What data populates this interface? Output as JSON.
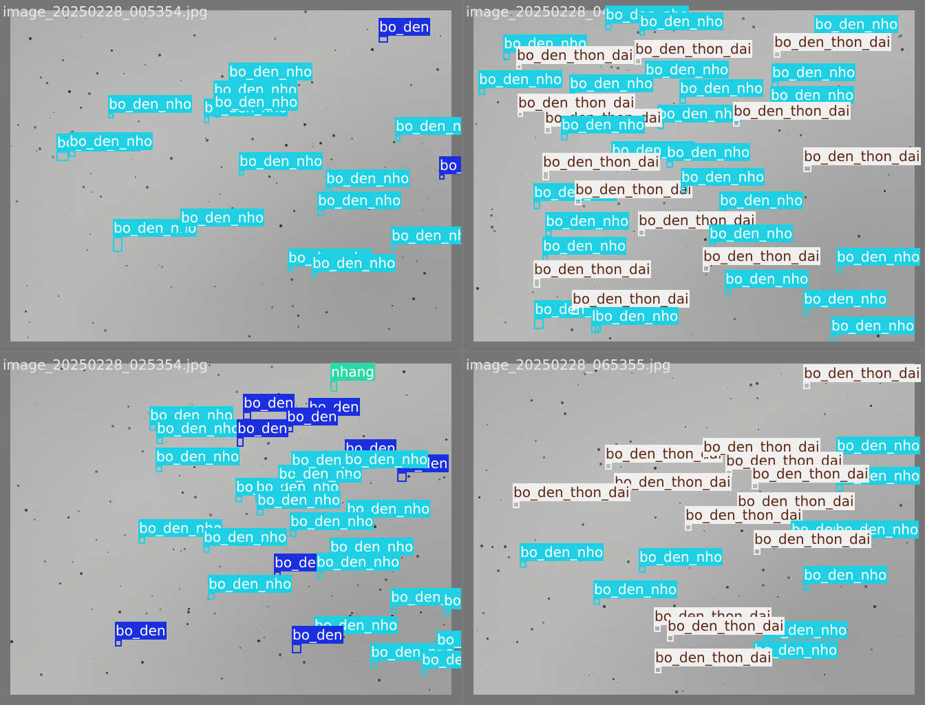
{
  "class_colors": {
    "bo_den_nho": "#1fd0e4",
    "bo_den": "#1b2ee0",
    "bo_den_thon_dai": "#f2f0ef",
    "nhang": "#2dd8a8"
  },
  "panels": [
    {
      "filename": "image_20250228_005354.jpg",
      "detections": [
        {
          "label": "bo_den"
        },
        {
          "label": "bo_den_nho"
        },
        {
          "label": "bo_den_nho"
        },
        {
          "label": "bo_den_nho"
        },
        {
          "label": "bo_den_nho"
        },
        {
          "label": "bo_den_nho"
        },
        {
          "label": "bo_den_nho"
        },
        {
          "label": "bo_den_nho"
        },
        {
          "label": "bo_den_nho"
        },
        {
          "label": "bo_den_nho"
        },
        {
          "label": "bo_den_nho"
        },
        {
          "label": "bo_den_nho"
        },
        {
          "label": "bo_den"
        },
        {
          "label": "bo_den_nho"
        },
        {
          "label": "bo_den_nho"
        },
        {
          "label": "bo_den_nho"
        },
        {
          "label": "bo_den_nho"
        },
        {
          "label": "bo_den_nho"
        }
      ]
    },
    {
      "filename": "image_20250228_045355.jpg",
      "detections": [
        {
          "label": "bo_den_nho"
        },
        {
          "label": "bo_den_nho"
        },
        {
          "label": "bo_den_nho"
        },
        {
          "label": "bo_den_nho"
        },
        {
          "label": "bo_den_thon_dai"
        },
        {
          "label": "bo_den_thon_dai"
        },
        {
          "label": "bo_den_thon_dai"
        },
        {
          "label": "bo_den_nho"
        },
        {
          "label": "bo_den_nho"
        },
        {
          "label": "bo_den_nho"
        },
        {
          "label": "bo_den_nho"
        },
        {
          "label": "bo_den_nho"
        },
        {
          "label": "bo_den_nho"
        },
        {
          "label": "bo_den_thon_dai"
        },
        {
          "label": "bo_den_nho"
        },
        {
          "label": "bo_den_thon_dai"
        },
        {
          "label": "bo_den_thon_dai"
        },
        {
          "label": "bo_den_nho"
        },
        {
          "label": "bo_den_nho"
        },
        {
          "label": "bo_den_nho"
        },
        {
          "label": "bo_den_thon_dai"
        },
        {
          "label": "bo_den_thon_dai"
        },
        {
          "label": "bo_den_nho"
        },
        {
          "label": "bo_den_thon_dai"
        },
        {
          "label": "bo_den_nho"
        },
        {
          "label": "bo_den_nho"
        },
        {
          "label": "bo_den_thon_dai"
        },
        {
          "label": "bo_den_nho"
        },
        {
          "label": "bo_den_nho"
        },
        {
          "label": "bo_den_nho"
        },
        {
          "label": "bo_den_thon_dai"
        },
        {
          "label": "bo_den_nho"
        },
        {
          "label": "bo_den_thon_dai"
        },
        {
          "label": "bo_den_nho"
        },
        {
          "label": "bo_den_nho"
        },
        {
          "label": "bo_den_thon_dai"
        },
        {
          "label": "bo_den_nho"
        },
        {
          "label": "bo_den_nho"
        },
        {
          "label": "bo_den_nho"
        },
        {
          "label": "bo_den_nho"
        }
      ]
    },
    {
      "filename": "image_20250228_025354.jpg",
      "detections": [
        {
          "label": "nhang"
        },
        {
          "label": "bo_den"
        },
        {
          "label": "bo_den"
        },
        {
          "label": "bo_den_nho"
        },
        {
          "label": "bo_den"
        },
        {
          "label": "bo_den_nho"
        },
        {
          "label": "bo_den"
        },
        {
          "label": "bo_den_nho"
        },
        {
          "label": "bo_den"
        },
        {
          "label": "bo_den"
        },
        {
          "label": "bo_den_nho"
        },
        {
          "label": "bo_den_nho"
        },
        {
          "label": "bo_den_nho"
        },
        {
          "label": "bo_den_nho"
        },
        {
          "label": "bo_den_nho"
        },
        {
          "label": "bo_den_nho"
        },
        {
          "label": "bo_den_nho"
        },
        {
          "label": "bo_den_nho"
        },
        {
          "label": "bo_den_nho"
        },
        {
          "label": "bo_den_nho"
        },
        {
          "label": "bo_de"
        },
        {
          "label": "bo_den_nho"
        },
        {
          "label": "bo_den_nho"
        },
        {
          "label": "bo_den_nho"
        },
        {
          "label": "bo_den_nho"
        },
        {
          "label": "bo_den"
        },
        {
          "label": "bo_den"
        },
        {
          "label": "bo_den_nho"
        },
        {
          "label": "bo_den_nho"
        },
        {
          "label": "bo_den_nho"
        },
        {
          "label": "bo_den_nho"
        },
        {
          "label": "bo_den_nho"
        }
      ]
    },
    {
      "filename": "image_20250228_065355.jpg",
      "detections": [
        {
          "label": "bo_den_thon_dai"
        },
        {
          "label": "bo_den_thon_dai"
        },
        {
          "label": "bo_den_nho"
        },
        {
          "label": "bo_den_thon_dai"
        },
        {
          "label": "bo_den_thon_dai"
        },
        {
          "label": "bo_den_thon_dai"
        },
        {
          "label": "bo_den_nho"
        },
        {
          "label": "bo_den_thon_dai"
        },
        {
          "label": "bo_den_thon_dai"
        },
        {
          "label": "bo_den_thon_dai"
        },
        {
          "label": "bo_den_thon_dai"
        },
        {
          "label": "bo_den_nho"
        },
        {
          "label": "bo_den_nho"
        },
        {
          "label": "bo_den_nho"
        },
        {
          "label": "bo_den_nho"
        },
        {
          "label": "bo_den_thon_dai"
        },
        {
          "label": "bo_den_nho"
        },
        {
          "label": "bo_den_nho"
        },
        {
          "label": "bo_den_nho"
        },
        {
          "label": "bo_den_thon_dai"
        },
        {
          "label": "bo_den_thon_dai"
        },
        {
          "label": "bo_den_nho"
        },
        {
          "label": "bo_den_thon_dai"
        }
      ]
    }
  ]
}
